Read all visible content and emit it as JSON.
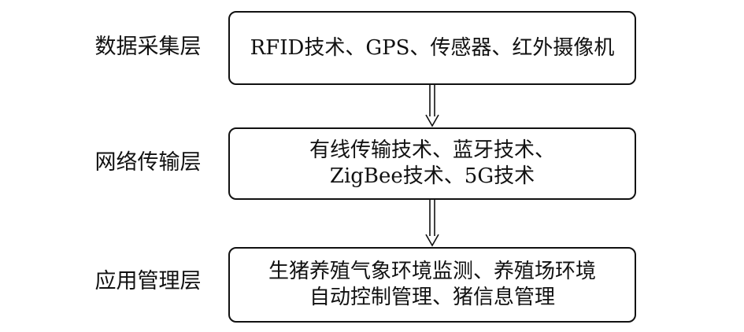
{
  "layers": [
    {
      "label": "数据采集层",
      "box_lines": [
        "RFID技术、GPS、传感器、红外摄像机"
      ]
    },
    {
      "label": "网络传输层",
      "box_lines": [
        "有线传输技术、蓝牙技术、",
        "ZigBee技术、5G技术"
      ]
    },
    {
      "label": "应用管理层",
      "box_lines": [
        "生猪养殖气象环境监测、养殖场环境",
        "自动控制管理、猪信息管理"
      ]
    }
  ],
  "colors": {
    "stroke": "#111111",
    "background": "#ffffff"
  }
}
